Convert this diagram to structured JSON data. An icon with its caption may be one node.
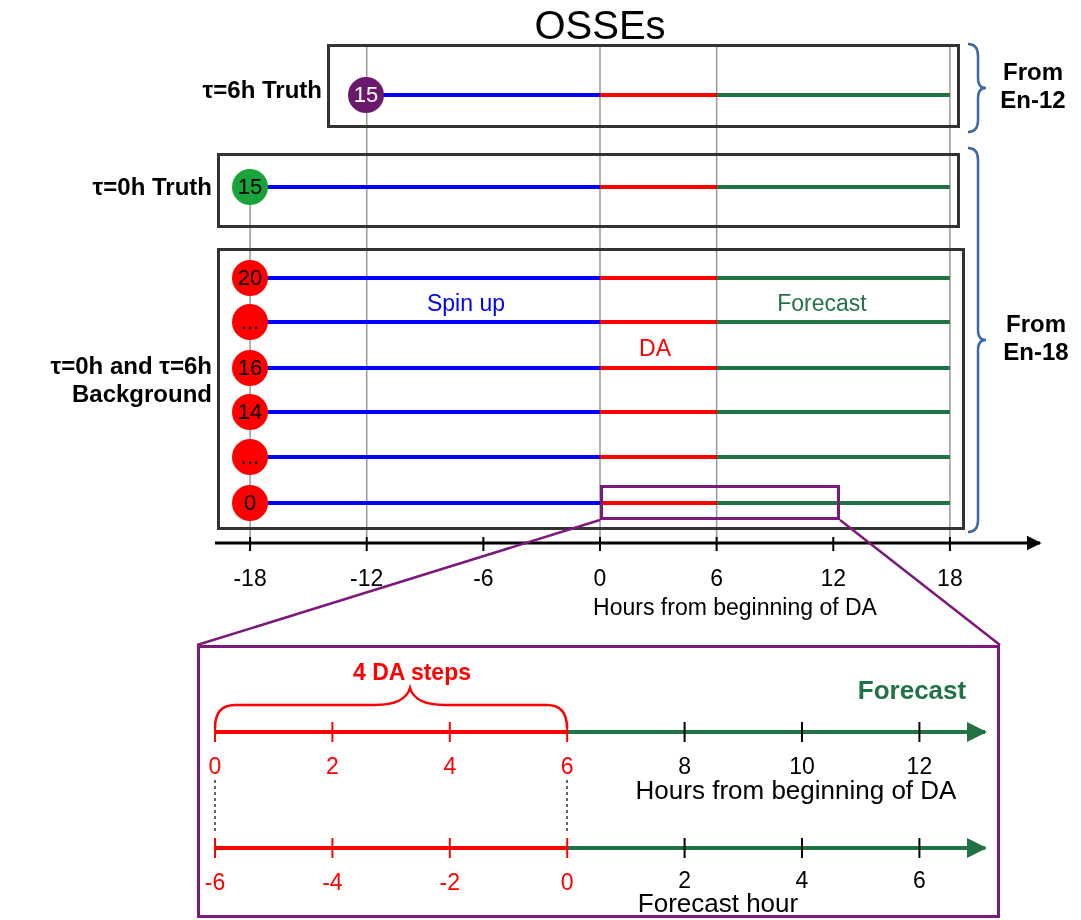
{
  "diagram": {
    "title": "OSSEs",
    "nodes": [
      {
        "text": [
          "τ=6h Truth"
        ]
      },
      {
        "text": [
          "15"
        ],
        "in": 0
      },
      {
        "text": [
          "τ=0h Truth"
        ]
      },
      {
        "text": [
          "15"
        ],
        "in": 2
      },
      {
        "text": [
          "τ=0h and τ=6h Background"
        ]
      },
      {
        "text": [
          "20"
        ],
        "in": 4
      },
      {
        "text": [
          "..."
        ],
        "in": 4
      },
      {
        "text": [
          "16"
        ],
        "in": 4
      },
      {
        "text": [
          "14"
        ],
        "in": 4
      },
      {
        "text": [
          "..."
        ],
        "in": 4
      },
      {
        "text": [
          "0"
        ],
        "in": 4
      },
      {
        "text": [],
        "shape": "box",
        "in": 4
      },
      {
        "text": [],
        "shape": "box"
      }
    ],
    "edges": [
      {
        "from": 11,
        "to": 12,
        "arrow": "none",
        "color": "#7b1a7b"
      },
      {
        "from": 11,
        "to": 12,
        "arrow": "none",
        "color": "#7b1a7b"
      }
    ],
    "labels": [
      "From En-12",
      "From En-18",
      "Spin up",
      "Forecast",
      "DA",
      "-18",
      "-12",
      "-6",
      "0",
      "6",
      "12",
      "18",
      "Hours from beginning of DA",
      "4 DA steps",
      "Forecast",
      "0",
      "2",
      "4",
      "6",
      "8",
      "10",
      "12",
      "Hours from beginning of DA",
      "-6",
      "-4",
      "-2",
      "0",
      "2",
      "4",
      "6",
      "Forecast hour"
    ]
  }
}
